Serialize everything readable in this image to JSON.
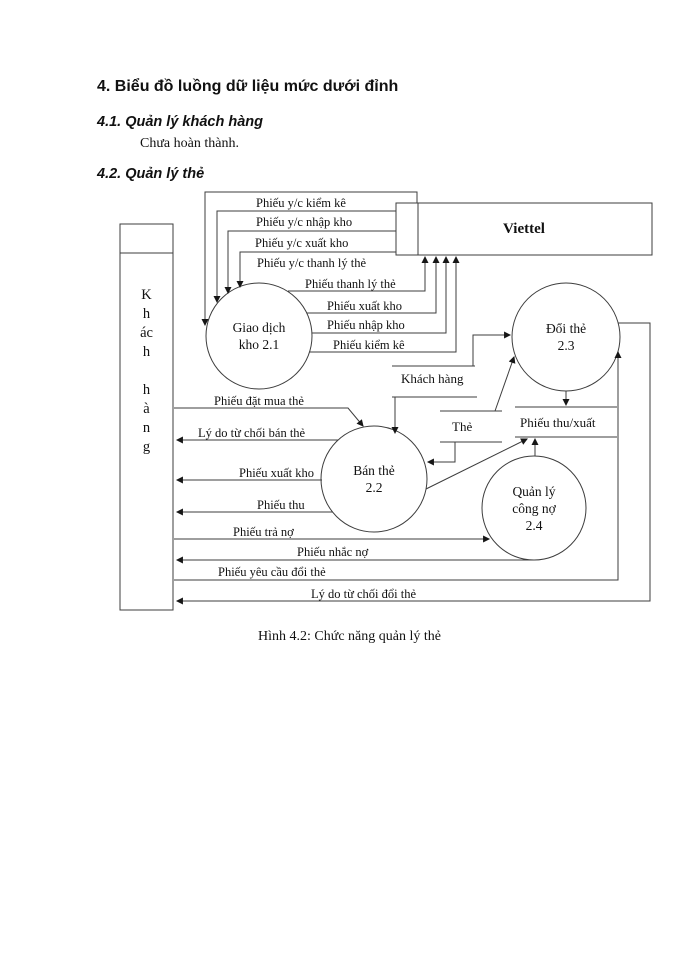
{
  "document": {
    "heading_main": "4. Biểu đồ luồng dữ liệu mức dưới đỉnh",
    "heading_41": "4.1. Quản lý khách hàng",
    "para_41": "Chưa hoàn thành.",
    "heading_42": "4.2. Quản lý thẻ",
    "figure_caption": "Hình 4.2: Chức năng quản lý thẻ"
  },
  "diagram": {
    "line_color": "#3d3d3d",
    "arrow_color": "#161616",
    "external_entities": {
      "khach_hang": {
        "lines": [
          "K",
          "h",
          "ác",
          "h",
          "",
          "h",
          "à",
          "n",
          "g"
        ]
      },
      "viettel": {
        "label": "Viettel"
      }
    },
    "processes": [
      {
        "id": "2.1",
        "lines": [
          "Giao dịch",
          "kho 2.1"
        ]
      },
      {
        "id": "2.2",
        "lines": [
          "Bán thẻ",
          "2.2"
        ]
      },
      {
        "id": "2.3",
        "lines": [
          "Đổi thẻ",
          "2.3"
        ]
      },
      {
        "id": "2.4",
        "lines": [
          "Quản lý",
          "công nợ",
          "2.4"
        ]
      }
    ],
    "data_stores": [
      {
        "label": "Khách hàng"
      },
      {
        "label": "Thẻ"
      },
      {
        "label": "Phiếu thu/xuất"
      }
    ],
    "flows": [
      {
        "label": "Phiếu y/c kiểm kê"
      },
      {
        "label": "Phiếu y/c nhập kho"
      },
      {
        "label": "Phiếu y/c xuất kho"
      },
      {
        "label": "Phiếu y/c thanh lý thẻ"
      },
      {
        "label": "Phiếu thanh lý thẻ"
      },
      {
        "label": "Phiếu xuất kho"
      },
      {
        "label": "Phiếu nhập kho"
      },
      {
        "label": "Phiếu kiểm kê"
      },
      {
        "label": "Phiếu đặt mua thẻ"
      },
      {
        "label": "Lý do từ chối bán thẻ"
      },
      {
        "label": "Phiếu xuất kho"
      },
      {
        "label": "Phiếu thu"
      },
      {
        "label": "Phiếu trả nợ"
      },
      {
        "label": "Phiếu nhắc nợ"
      },
      {
        "label": "Phiếu yêu cầu đổi thẻ"
      },
      {
        "label": "Lý do từ chối đổi thẻ"
      }
    ]
  }
}
